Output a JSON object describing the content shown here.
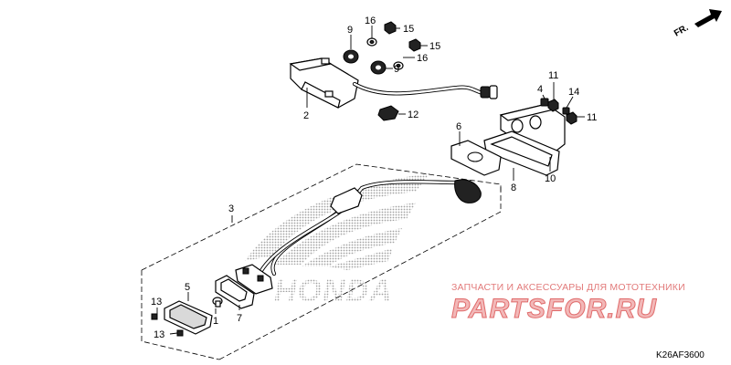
{
  "diagram_code": "K26AF3600",
  "direction": {
    "label": "FR."
  },
  "watermark": {
    "brand": "HONDA",
    "shop_line": "ЗАПЧАСТИ И АКСЕССУАРЫ ДЛЯ МОТОТЕХНИКИ",
    "shop_brand": "PARTSFOR.RU",
    "shop_color": "#e06b6b"
  },
  "callouts": {
    "c1": "1",
    "c2": "2",
    "c3": "3",
    "c4": "4",
    "c5": "5",
    "c6": "6",
    "c7": "7",
    "c8": "8",
    "c9a": "9",
    "c9b": "9",
    "c10": "10",
    "c11a": "11",
    "c11b": "11",
    "c12": "12",
    "c13a": "13",
    "c13b": "13",
    "c14": "14",
    "c15a": "15",
    "c15b": "15",
    "c16a": "16",
    "c16b": "16"
  }
}
